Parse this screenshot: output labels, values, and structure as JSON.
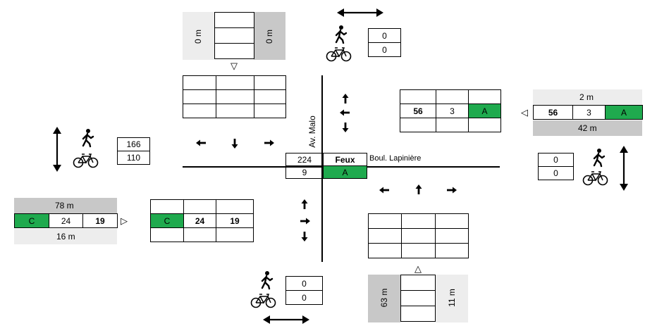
{
  "streets": {
    "vertical": "Av. Malo",
    "horizontal": "Boul. Lapinière"
  },
  "center": {
    "count_top": "224",
    "header": "Feux",
    "count_bottom": "9",
    "light": "A"
  },
  "north": {
    "queue_left": "0 m",
    "queue_right": "0 m",
    "ped_counts": [
      "0",
      "0"
    ]
  },
  "east": {
    "queue_top": "2 m",
    "queue_bottom": "42 m",
    "lane": [
      "56",
      "3",
      "A"
    ],
    "intersection_row": [
      "56",
      "3",
      "A"
    ],
    "ped_counts": [
      "0",
      "0"
    ]
  },
  "west": {
    "queue_top": "78 m",
    "queue_bottom": "16 m",
    "lane": [
      "C",
      "24",
      "19"
    ],
    "intersection_row": [
      "C",
      "24",
      "19"
    ],
    "ped_counts": [
      "166",
      "110"
    ]
  },
  "south": {
    "queue_left": "63 m",
    "queue_right": "11 m",
    "ped_counts": [
      "0",
      "0"
    ]
  },
  "colors": {
    "green": "#1faa4e",
    "gray": "#c8c8c8",
    "light_gray": "#ededed"
  },
  "icons": [
    "pedestrian-icon",
    "bicycle-icon",
    "arrow-left-icon",
    "arrow-right-icon",
    "arrow-up-icon",
    "arrow-down-icon",
    "double-arrow-icon",
    "triangle-icon"
  ]
}
